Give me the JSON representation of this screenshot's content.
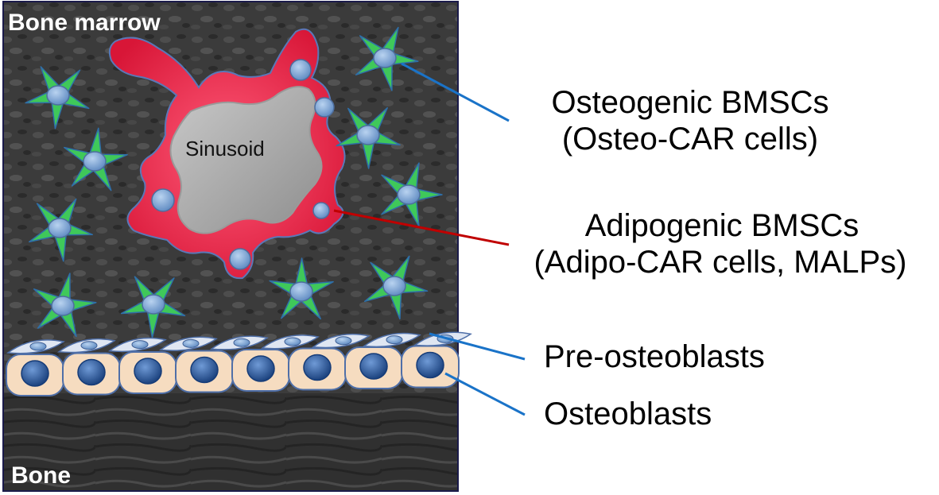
{
  "panel": {
    "top_label": "Bone marrow",
    "bottom_label": "Bone",
    "sinusoid_label": "Sinusoid"
  },
  "labels": {
    "osteogenic_line1": "Osteogenic BMSCs",
    "osteogenic_line2": "(Osteo-CAR cells)",
    "adipogenic_line1": "Adipogenic BMSCs",
    "adipogenic_line2": "(Adipo-CAR cells, MALPs)",
    "preosteoblasts": "Pre-osteoblasts",
    "osteoblasts": "Osteoblasts"
  },
  "colors": {
    "marrow_bg": "#3a3a3a",
    "bone_bg": "#2e2e2e",
    "osteogenic_cell": "#3fc85a",
    "adipogenic_cell": "#e8234a",
    "sinusoid": "#a8a8a8",
    "nucleus": "#7aa6d6",
    "osteoblast_body": "#f6dcc0",
    "osteoblast_nucleus": "#1f4f94",
    "preosteoblast_body": "#dfe6f2",
    "osteo_line": "#1a73c8",
    "adipo_line": "#c00000"
  }
}
